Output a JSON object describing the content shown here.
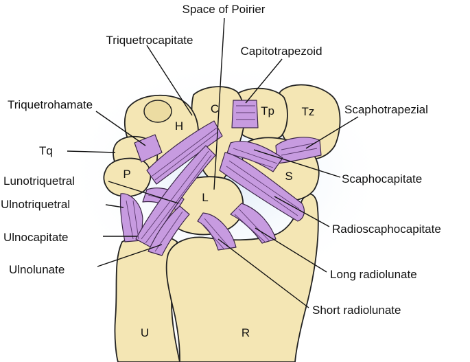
{
  "labels": {
    "space_of_poirier": "Space of Poirier",
    "triquetrocapitate": "Triquetrocapitate",
    "capitotrapezoid": "Capitotrapezoid",
    "triquetrohamate": "Triquetrohamate",
    "scaphotrapezial": "Scaphotrapezial",
    "tq": "Tq",
    "lunotriquetral": "Lunotriquetral",
    "scaphocapitate": "Scaphocapitate",
    "ulnotriquetral": "Ulnotriquetral",
    "ulnocapitate": "Ulnocapitate",
    "radioscaphocapitate": "Radioscaphocapitate",
    "ulnolunate": "Ulnolunate",
    "long_radiolunate": "Long radiolunate",
    "short_radiolunate": "Short radiolunate"
  },
  "bone_letters": {
    "capitate": "C",
    "hamate": "H",
    "trapezoid": "Tp",
    "trapezium": "Tz",
    "pisiform": "P",
    "scaphoid": "S",
    "lunate": "L",
    "ulna": "U",
    "radius": "R"
  },
  "colors": {
    "bone": "#f4e6b4",
    "ligament": "#c79be0",
    "outline": "#222222",
    "background_glow": "#d6e6f6"
  }
}
